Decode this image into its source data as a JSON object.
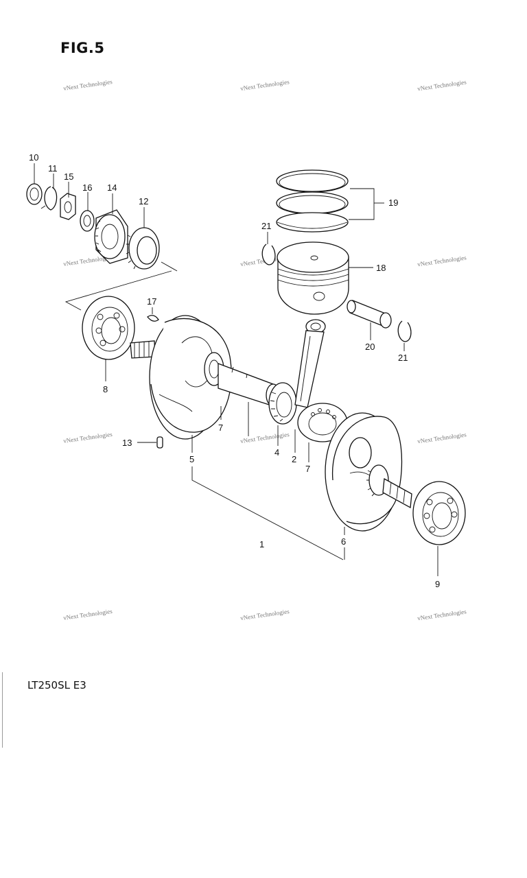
{
  "figure_title": "FIG.5",
  "model_code": "LT250SL  E3",
  "watermark_text": "vNext Technologies",
  "colors": {
    "ink": "#111111",
    "background": "#ffffff",
    "watermark": "#777777"
  },
  "callouts": {
    "c1": "1",
    "c2": "2",
    "c4": "4",
    "c5": "5",
    "c6": "6",
    "c7a": "7",
    "c7b": "7",
    "c8": "8",
    "c9": "9",
    "c10": "10",
    "c11": "11",
    "c12": "12",
    "c13": "13",
    "c14": "14",
    "c15": "15",
    "c16": "16",
    "c17": "17",
    "c18": "18",
    "c19": "19",
    "c20": "20",
    "c21a": "21",
    "c21b": "21"
  }
}
